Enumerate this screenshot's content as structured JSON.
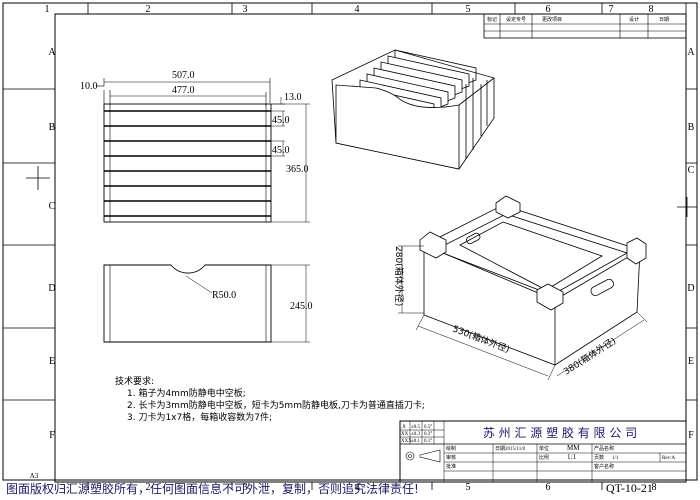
{
  "frame": {
    "col_labels": [
      "1",
      "2",
      "3",
      "4",
      "5",
      "6",
      "7",
      "8"
    ],
    "row_labels": [
      "A",
      "B",
      "C",
      "D",
      "E",
      "F"
    ],
    "sheet_size": "A3"
  },
  "revision_table": {
    "headers": [
      "标记",
      "设定专号",
      "更改项目",
      "设计",
      "日期"
    ]
  },
  "top_view": {
    "dims": [
      "10.0",
      "507.0",
      "477.0",
      "13.0",
      "45.0",
      "45.0",
      "365.0"
    ]
  },
  "long_card": {
    "dims": [
      "R50.0",
      "245.0"
    ]
  },
  "box_dims": {
    "height": "280(箱体外径)",
    "length": "530(箱体外径)",
    "width": "380(箱体外径)"
  },
  "notes": {
    "title": "技术要求:",
    "items": [
      "1. 箱子为4mm防静电中空板;",
      "2. 长卡为3mm防静电中空板，短卡为5mm防静电板,刀卡为普通直插刀卡;",
      "3. 刀卡为1x7格，每箱收容数为7件;"
    ]
  },
  "title_block": {
    "company": "苏 州 汇 源 塑 胶 有 限 公 司",
    "tol_labels": [
      ".X",
      "XX",
      "XXX"
    ],
    "tol_values": [
      "±0.5",
      "±0.3",
      "±0.1"
    ],
    "angle_labels": [
      "0.5°",
      "0.3°",
      "0.1°"
    ],
    "date_label": "日期",
    "date_value": "2015/11/0",
    "unit_label": "单位",
    "unit_value": "MM",
    "scale_label": "比例",
    "scale_value": "1:1",
    "product_label": "产品名称",
    "page_label": "页数",
    "page_value": "1/1",
    "rev_value": "Rev:A",
    "drawn_label": "绘制",
    "check_label": "审核",
    "approve_label": "批准",
    "customer_label": "客户名称"
  },
  "footer": {
    "note": "图面版权归汇源塑胶所有，任何图面信息不可外泄，复制，否则追究法律责任!",
    "drawing_no": "QT-10-21"
  }
}
